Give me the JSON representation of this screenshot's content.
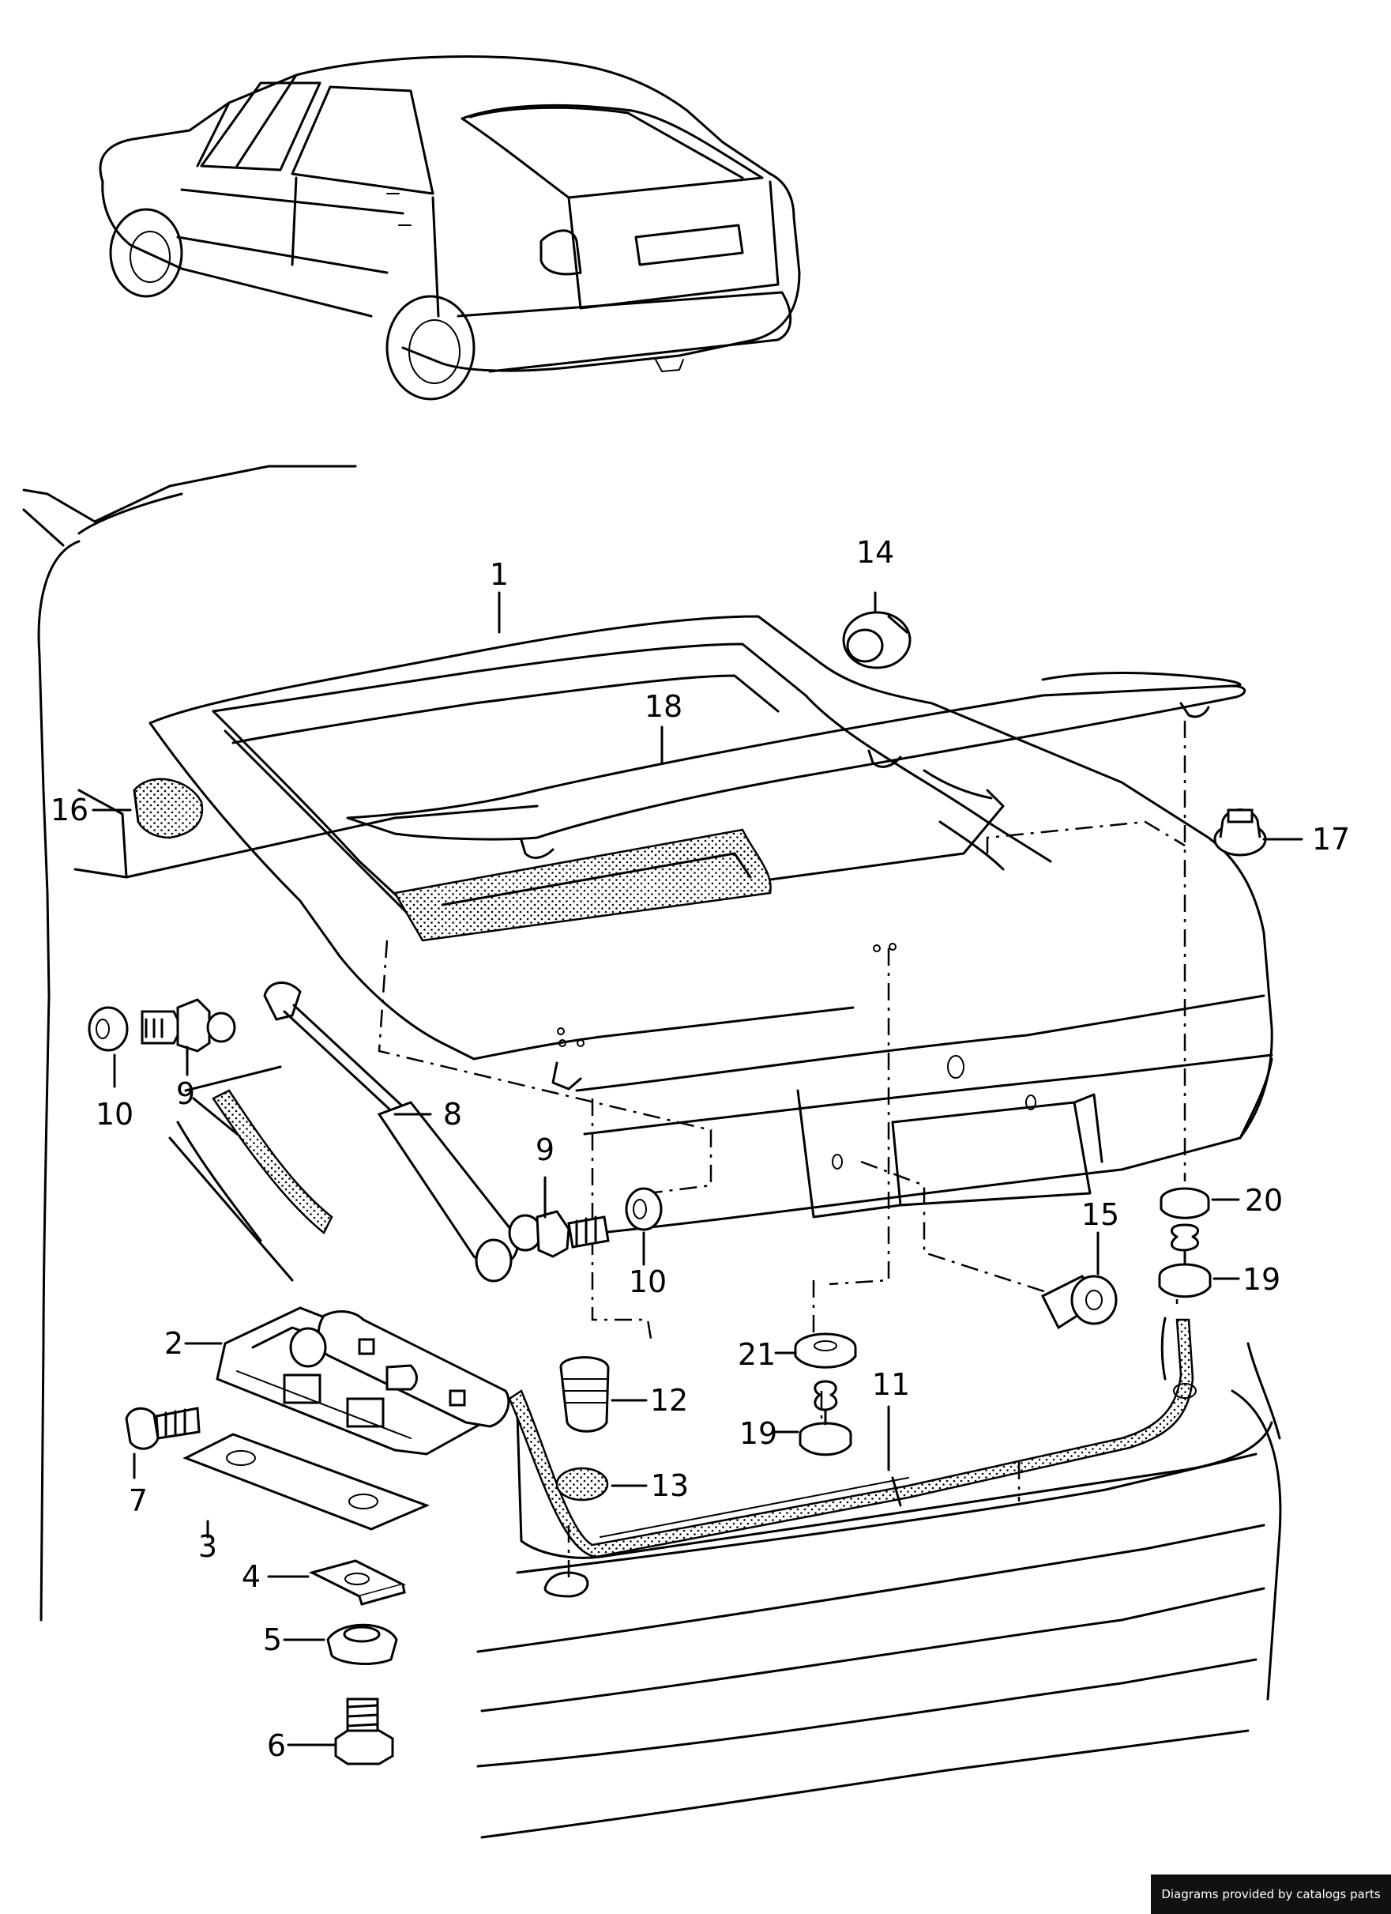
{
  "callouts": [
    {
      "id": "c1",
      "label": "1"
    },
    {
      "id": "c2",
      "label": "2"
    },
    {
      "id": "c3",
      "label": "3"
    },
    {
      "id": "c4",
      "label": "4"
    },
    {
      "id": "c5",
      "label": "5"
    },
    {
      "id": "c6",
      "label": "6"
    },
    {
      "id": "c7",
      "label": "7"
    },
    {
      "id": "c8",
      "label": "8"
    },
    {
      "id": "c9a",
      "label": "9"
    },
    {
      "id": "c9b",
      "label": "9"
    },
    {
      "id": "c10a",
      "label": "10"
    },
    {
      "id": "c10b",
      "label": "10"
    },
    {
      "id": "c11",
      "label": "11"
    },
    {
      "id": "c12",
      "label": "12"
    },
    {
      "id": "c13",
      "label": "13"
    },
    {
      "id": "c14",
      "label": "14"
    },
    {
      "id": "c15",
      "label": "15"
    },
    {
      "id": "c16",
      "label": "16"
    },
    {
      "id": "c17",
      "label": "17"
    },
    {
      "id": "c18",
      "label": "18"
    },
    {
      "id": "c19a",
      "label": "19"
    },
    {
      "id": "c19b",
      "label": "19"
    },
    {
      "id": "c20",
      "label": "20"
    },
    {
      "id": "c21",
      "label": "21"
    }
  ],
  "footer": {
    "credit": "Diagrams provided by catalogs parts"
  }
}
